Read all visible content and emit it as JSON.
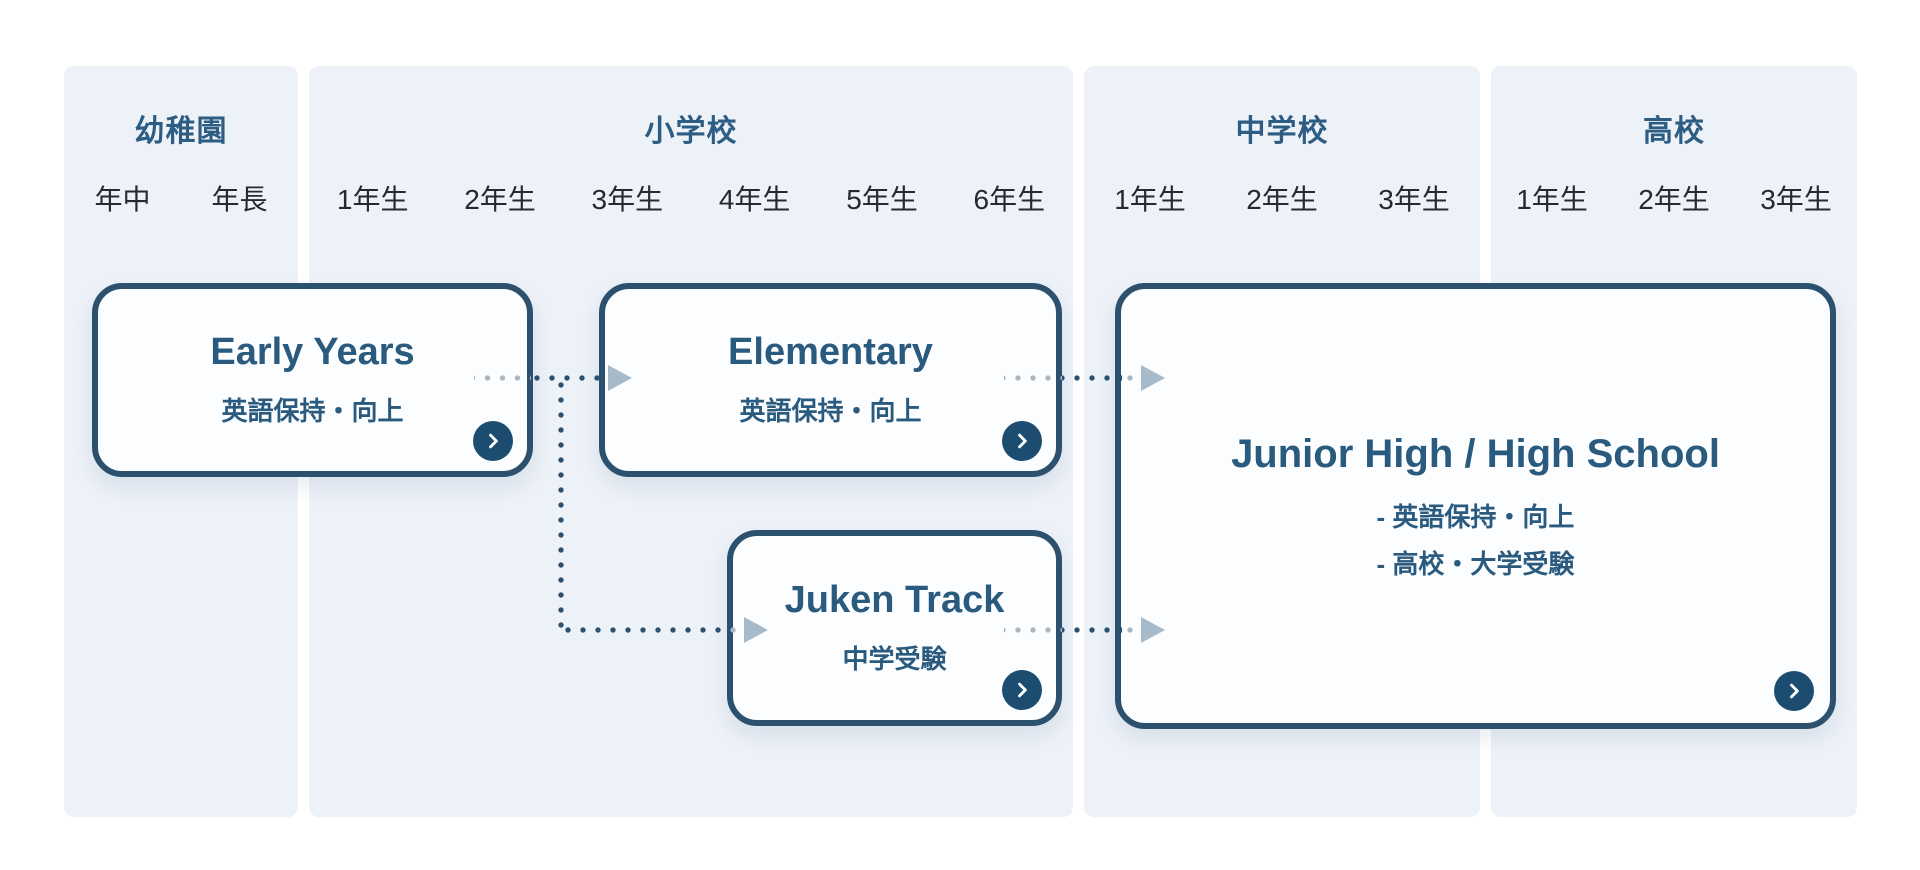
{
  "diagram": {
    "panels": [
      {
        "label": "幼稚園",
        "grades": [
          "年中",
          "年長"
        ]
      },
      {
        "label": "小学校",
        "grades": [
          "1年生",
          "2年生",
          "3年生",
          "4年生",
          "5年生",
          "6年生"
        ]
      },
      {
        "label": "中学校",
        "grades": [
          "1年生",
          "2年生",
          "3年生"
        ]
      },
      {
        "label": "高校",
        "grades": [
          "1年生",
          "2年生",
          "3年生"
        ]
      }
    ],
    "cards": [
      {
        "title": "Early Years",
        "subtitle": "英語保持・向上"
      },
      {
        "title": "Elementary",
        "subtitle": "英語保持・向上"
      },
      {
        "title": "Juken Track",
        "subtitle": "中学受験"
      },
      {
        "title": "Junior High / High School",
        "bullets": [
          "- 英語保持・向上",
          "- 高校・大学受験"
        ]
      }
    ],
    "colors": {
      "accent_navy": "#2b516f",
      "panel_bg": "#edf1f8",
      "card_bg": "#fbfdff",
      "heading_text": "#2d5d82",
      "card_text": "#2a5b7e",
      "grade_text": "#262a30",
      "dot_gray": "#aab6c0",
      "arrow_gray": "#a7bac9",
      "chevron_button_bg": "#1c4d70",
      "chevron_glyph": "#ffffff"
    }
  }
}
